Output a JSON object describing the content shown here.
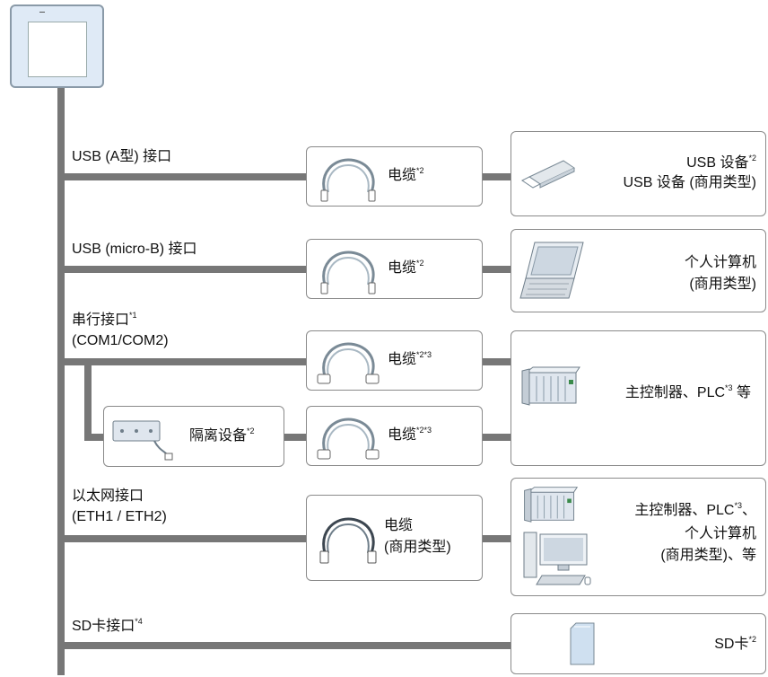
{
  "interfaces": {
    "usb_a": "USB (A型) 接口",
    "usb_micro": "USB (micro-B) 接口",
    "serial": "串行接口",
    "serial_sup": "*1",
    "serial_sub": "(COM1/COM2)",
    "ethernet": "以太网接口",
    "ethernet_sub": "(ETH1 / ETH2)",
    "sd": "SD卡接口",
    "sd_sup": "*4"
  },
  "cables": {
    "usb_a": {
      "label": "电缆",
      "sup": "*2"
    },
    "usb_micro": {
      "label": "电缆",
      "sup": "*2"
    },
    "serial_1": {
      "label": "电缆",
      "sup": "*2*3"
    },
    "serial_2": {
      "label": "电缆",
      "sup": "*2*3"
    },
    "ethernet": {
      "label": "电缆",
      "label_2": "(商用类型)"
    }
  },
  "isolation": {
    "label": "隔离设备",
    "sup": "*2"
  },
  "devices": {
    "usb": {
      "line1": "USB 设备",
      "line1_sup": "*2",
      "line2": "USB 设备 (商用类型)"
    },
    "pc": {
      "line1": "个人计算机",
      "line2": "(商用类型)"
    },
    "controller": {
      "line1": "主控制器、PLC",
      "sup": "*3",
      "line1_end": " 等"
    },
    "eth": {
      "line1": "主控制器、PLC",
      "sup": "*3",
      "line1_end": "、",
      "line2": "个人计算机",
      "line3": "(商用类型)、等"
    },
    "sd": {
      "line1": "SD卡",
      "sup": "*2"
    }
  },
  "icons": [
    "hmi-panel-icon",
    "cable-icon",
    "usb-stick-icon",
    "laptop-icon",
    "plc-icon",
    "isolation-device-icon",
    "desktop-pc-icon",
    "sd-card-icon"
  ],
  "colors": {
    "line": "#777777",
    "panel_fill": "#dfeaf6",
    "border": "#8a8a8a"
  }
}
